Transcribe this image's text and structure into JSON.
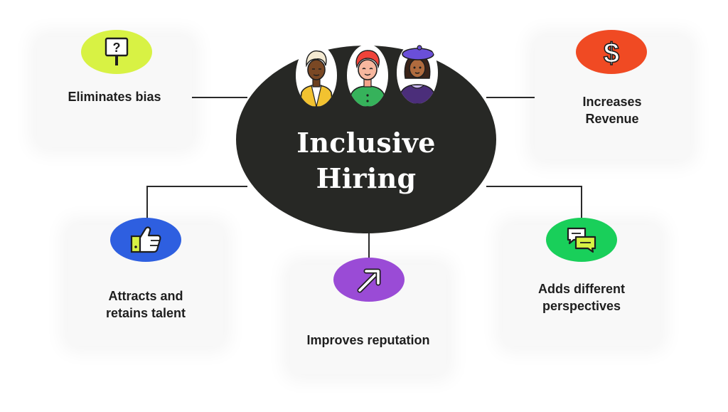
{
  "center": {
    "title": "Inclusive\nHiring",
    "color": "#272825"
  },
  "benefits": [
    {
      "label": "Eliminates bias",
      "icon": "question-sign-icon",
      "color": "#d8f244"
    },
    {
      "label": "Increases\nRevenue",
      "icon": "dollar-sign-icon",
      "color": "#f04a23"
    },
    {
      "label": "Attracts and\nretains talent",
      "icon": "thumbs-up-icon",
      "color": "#2e5fe0"
    },
    {
      "label": "Improves reputation",
      "icon": "diagonal-arrow-icon",
      "color": "#9a4bd6"
    },
    {
      "label": "Adds different\nperspectives",
      "icon": "chat-bubbles-icon",
      "color": "#19cf5a"
    }
  ],
  "avatars": [
    {
      "icon": "person-avatar-icon",
      "accent": "#f2c230"
    },
    {
      "icon": "person-avatar-icon",
      "accent": "#36b25b"
    },
    {
      "icon": "person-avatar-icon",
      "accent": "#4b2e7a"
    }
  ]
}
